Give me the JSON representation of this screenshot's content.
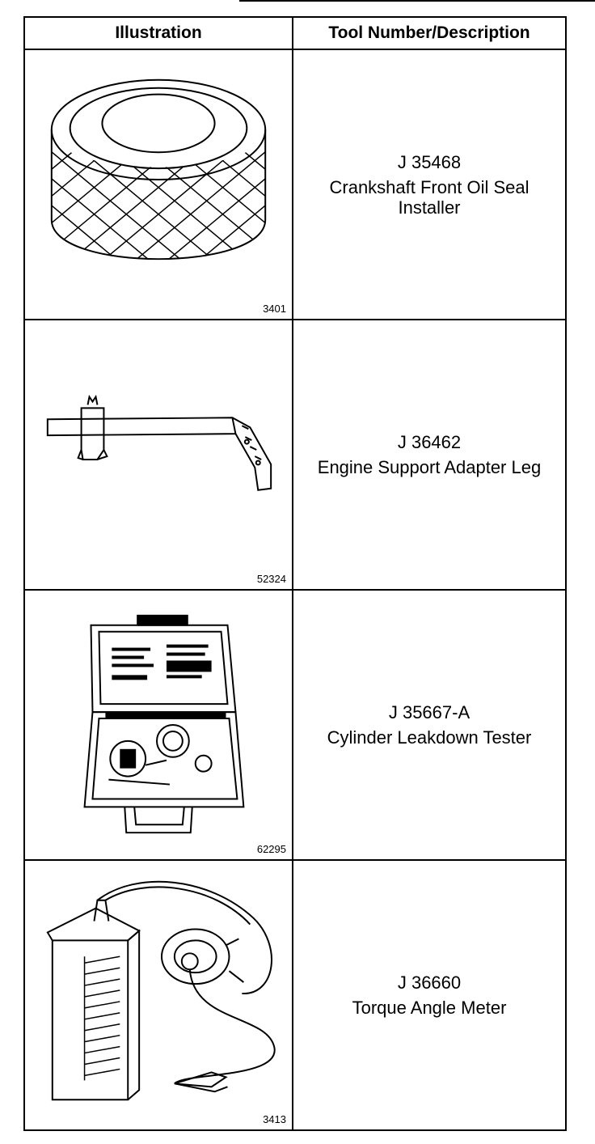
{
  "table": {
    "headers": {
      "illustration": "Illustration",
      "tool": "Tool Number/Description"
    },
    "rows": [
      {
        "figure": "3401",
        "number": "J 35468",
        "description": "Crankshaft Front Oil Seal Installer",
        "icon": "seal-installer-icon"
      },
      {
        "figure": "52324",
        "number": "J 36462",
        "description": "Engine Support Adapter Leg",
        "icon": "adapter-leg-icon"
      },
      {
        "figure": "62295",
        "number": "J 35667-A",
        "description": "Cylinder Leakdown Tester",
        "icon": "leakdown-tester-case-icon"
      },
      {
        "figure": "3413",
        "number": "J 36660",
        "description": "Torque Angle Meter",
        "icon": "torque-angle-meter-icon"
      }
    ]
  }
}
